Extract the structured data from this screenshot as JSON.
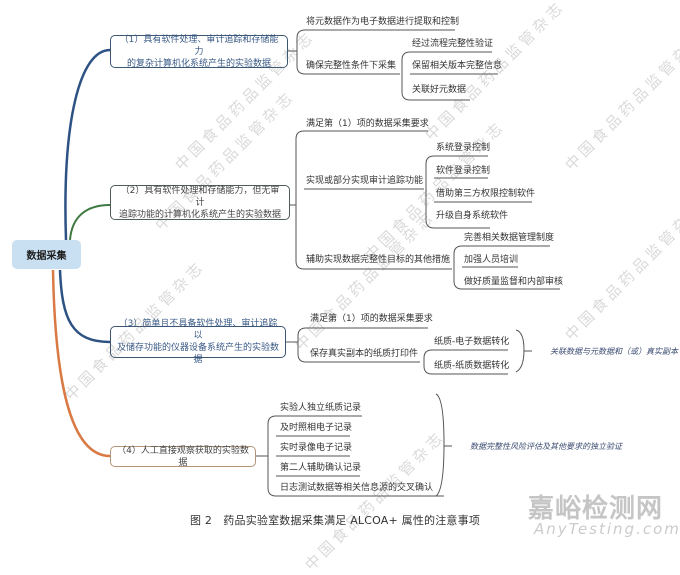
{
  "root": {
    "label": "数据采集"
  },
  "branches": [
    {
      "label": "（1）具有软件处理、审计追踪和存储能力的复杂计算机化系统产生的实验数据",
      "label_line1": "（1）具有软件处理、审计追踪和存储能力",
      "label_line2": "的复杂计算机化系统产生的实验数据",
      "color": "#2d5283",
      "children": [
        {
          "label": "将元数据作为电子数据进行提取和控制"
        },
        {
          "label": "确保完整性条件下采集",
          "children": [
            {
              "label": "经过流程完整性验证"
            },
            {
              "label": "保留相关版本完整信息"
            },
            {
              "label": "关联好元数据"
            }
          ]
        }
      ]
    },
    {
      "label": "（2）具有软件处理和存储能力，但无审计追踪功能的计算机化系统产生的实验数据",
      "label_line1": "（2）具有软件处理和存储能力，但无审计",
      "label_line2": "追踪功能的计算机化系统产生的实验数据",
      "color": "#3f7a43",
      "children": [
        {
          "label": "满足第（1）项的数据采集要求"
        },
        {
          "label": "实现或部分实现审计追踪功能",
          "children": [
            {
              "label": "系统登录控制"
            },
            {
              "label": "软件登录控制"
            },
            {
              "label": "借助第三方权限控制软件"
            },
            {
              "label": "升级自身系统软件"
            }
          ]
        },
        {
          "label": "辅助实现数据完整性目标的其他措施",
          "children": [
            {
              "label": "完善相关数据管理制度"
            },
            {
              "label": "加强人员培训"
            },
            {
              "label": "做好质量监督和内部审核"
            }
          ]
        }
      ]
    },
    {
      "label": "（3）简单且不具备软件处理、审计追踪以及储存功能的仪器设备系统产生的实验数据",
      "label_line1": "（3）简单且不具备软件处理、审计追踪以",
      "label_line2": "及储存功能的仪器设备系统产生的实验数据",
      "color": "#2d5283",
      "children": [
        {
          "label": "满足第（1）项的数据采集要求"
        },
        {
          "label": "保存真实副本的纸质打印件",
          "children": [
            {
              "label": "纸质-电子数据转化"
            },
            {
              "label": "纸质-纸质数据转化"
            }
          ]
        }
      ],
      "summary": "关联数据与元数据和（或）真实副本"
    },
    {
      "label": "（4）人工直接观察获取的实验数据",
      "color": "#d97a45",
      "children": [
        {
          "label": "实验人独立纸质记录"
        },
        {
          "label": "及时照相电子记录"
        },
        {
          "label": "实时录像电子记录"
        },
        {
          "label": "第二人辅助确认记录"
        },
        {
          "label": "日志测试数据等相关信息源的交叉确认"
        }
      ],
      "summary": "数据完整性风险评估及其他要求的独立验证"
    }
  ],
  "caption": "图 2　药品实验室数据采集满足 ALCOA+ 属性的注意事项",
  "watermark": "中国食品药品监管杂志",
  "brand": {
    "name": "嘉峪检测网",
    "url": "AnyTesting.com"
  }
}
